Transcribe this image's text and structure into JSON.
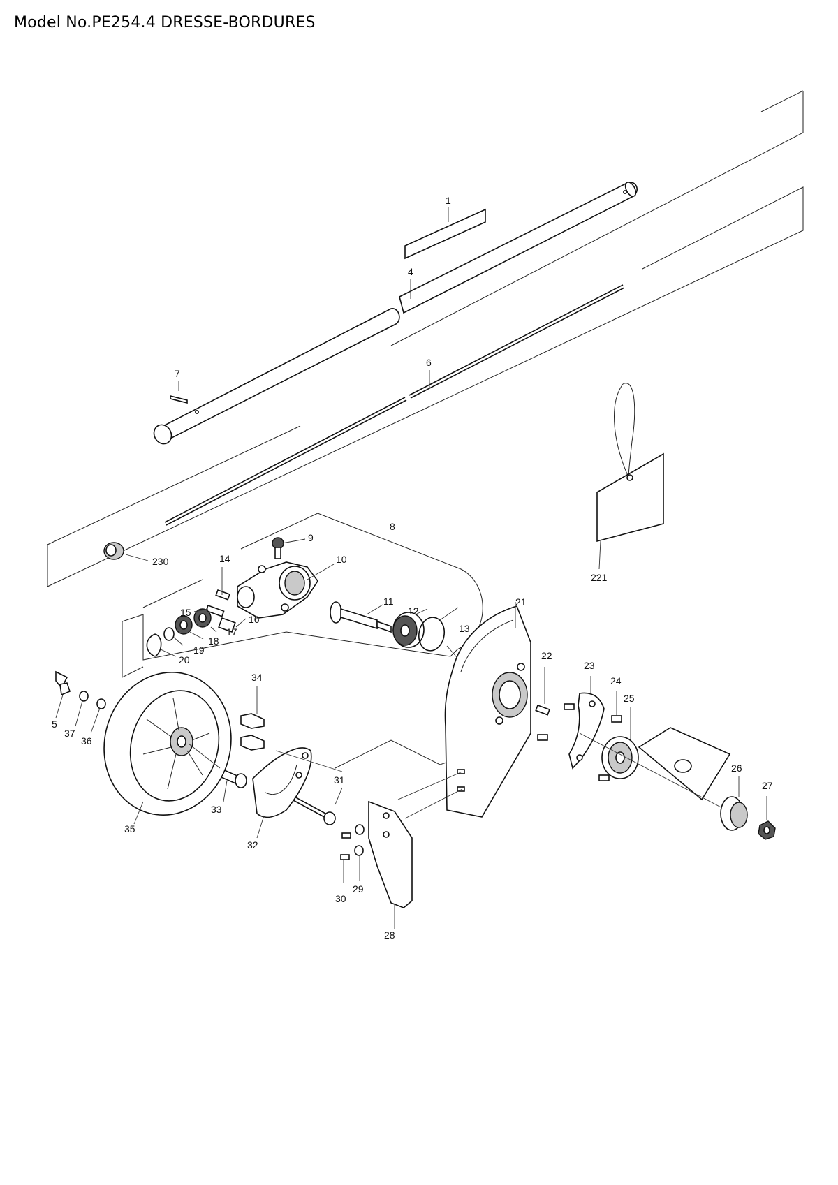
{
  "page": {
    "title": "Model No.PE254.4 DRESSE-BORDURES"
  },
  "callouts": {
    "c1": "1",
    "c4": "4",
    "c5": "5",
    "c6": "6",
    "c7": "7",
    "c8": "8",
    "c9": "9",
    "c10": "10",
    "c11": "11",
    "c12": "12",
    "c13": "13",
    "c14": "14",
    "c15": "15",
    "c16": "16",
    "c17": "17",
    "c18": "18",
    "c19": "19",
    "c20": "20",
    "c21": "21",
    "c22": "22",
    "c23": "23",
    "c24": "24",
    "c25": "25",
    "c26": "26",
    "c27": "27",
    "c28": "28",
    "c29": "29",
    "c30": "30",
    "c31": "31",
    "c32": "32",
    "c33": "33",
    "c34": "34",
    "c35": "35",
    "c36": "36",
    "c37": "37",
    "c221": "221",
    "c230": "230"
  }
}
